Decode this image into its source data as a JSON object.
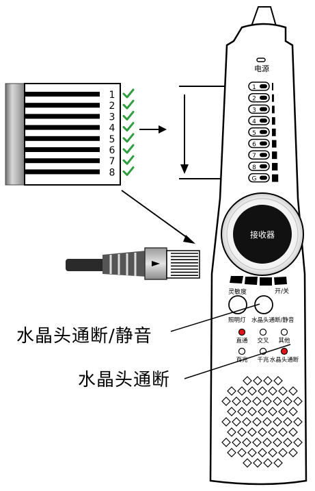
{
  "connector_pins": [
    "1",
    "2",
    "3",
    "4",
    "5",
    "6",
    "7",
    "8"
  ],
  "check_color": "#2e9e3e",
  "device": {
    "power_label": "电源",
    "led_labels": [
      "1",
      "2",
      "3",
      "4",
      "5",
      "6",
      "7",
      "8",
      "G"
    ],
    "receiver_label": "接收器",
    "sensitivity_label": "灵敏度",
    "switch_label": "开/关",
    "flashlight_label": "照明灯",
    "continuity_mute_label": "水晶头通断/静音",
    "status_indicators": [
      {
        "label": "直通",
        "state": "on"
      },
      {
        "label": "交叉",
        "state": "off"
      },
      {
        "label": "其他",
        "state": "off"
      },
      {
        "label": "百兆",
        "state": "off"
      },
      {
        "label": "千兆",
        "state": "off"
      },
      {
        "label": "水晶头通断",
        "state": "on"
      }
    ],
    "indicator_on_color": "#e0141b"
  },
  "callouts": {
    "continuity_mute": "水晶头通断/静音",
    "continuity": "水晶头通断"
  }
}
